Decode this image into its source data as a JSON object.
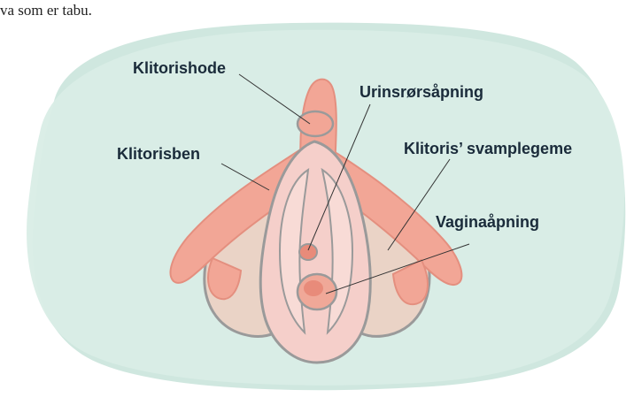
{
  "header": {
    "text": "va som er tabu."
  },
  "diagram": {
    "labels": {
      "clitoris_head": "Klitorishode",
      "urethral_opening": "Urinsrørsåpning",
      "clitoris_leg": "Klitorisben",
      "clitoris_spongy_body": "Klitoris’ svamplegeme",
      "vaginal_opening": "Vaginaåpning"
    },
    "colors": {
      "background_blob": "#d9ede6",
      "background_blob_alt": "#cfe7df",
      "clitoris_pink": "#f2a696",
      "clitoris_outline": "#e48f7f",
      "bulb_beige": "#ead3c6",
      "labia_light": "#f5cfca",
      "outline_gray": "#9a9a9a",
      "leader_line": "#333333"
    }
  }
}
